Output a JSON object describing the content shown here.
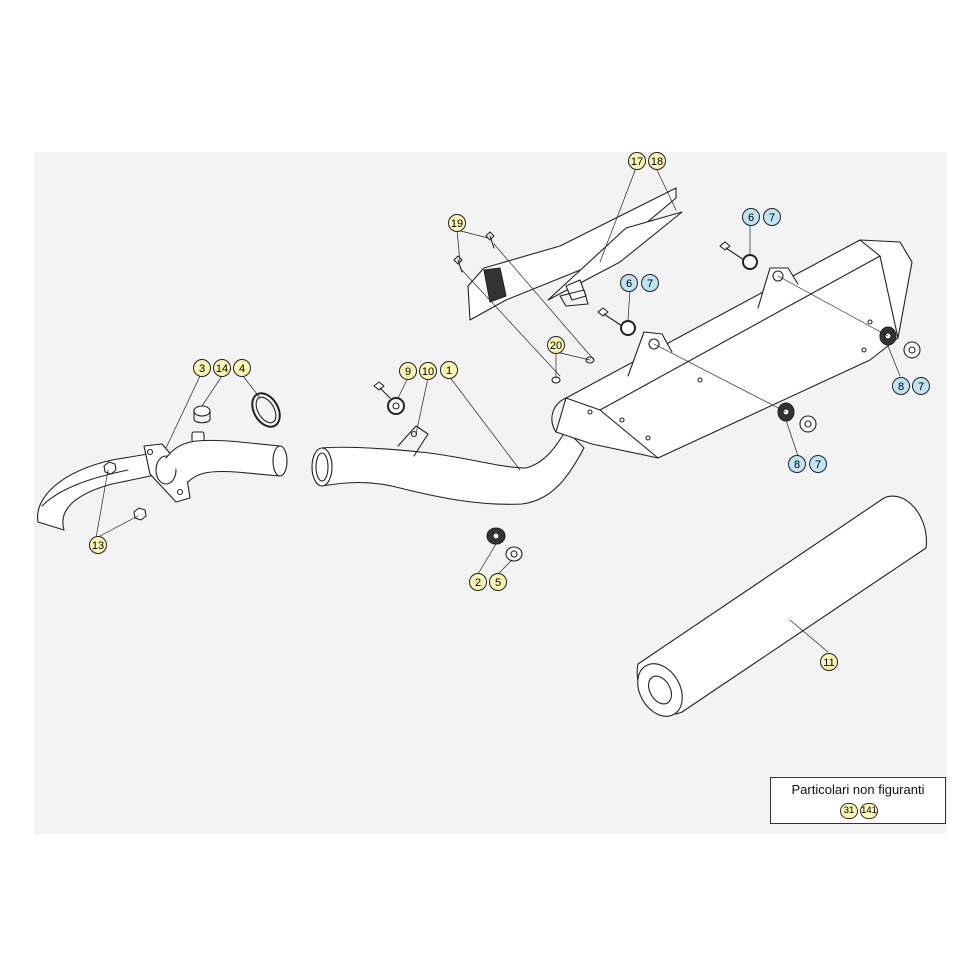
{
  "callouts": {
    "c1": "1",
    "c2": "2",
    "c3": "3",
    "c4": "4",
    "c5": "5",
    "c6": "6",
    "c7": "7",
    "c8": "8",
    "c9": "9",
    "c10": "10",
    "c11": "11",
    "c13": "13",
    "c14": "14",
    "c17": "17",
    "c18": "18",
    "c19": "19",
    "c20": "20"
  },
  "legend": {
    "title": "Particolari non figuranti",
    "items": [
      "31",
      "141"
    ]
  },
  "colors": {
    "callout_fill": "#fbf6b4",
    "callout_accent": "#bfe3f2",
    "line": "#222222",
    "background": "#f3f3f3"
  }
}
